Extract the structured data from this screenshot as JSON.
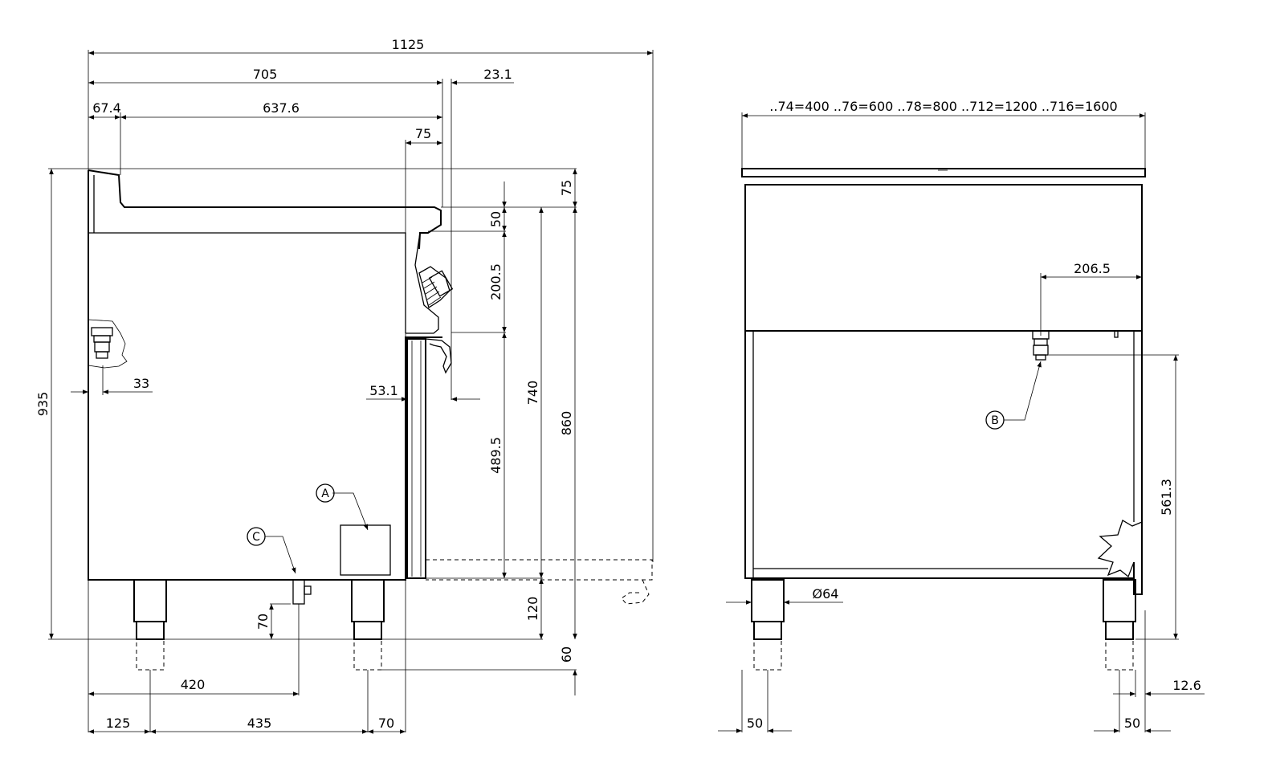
{
  "side_view": {
    "dimensions": {
      "overall_width": "1125",
      "depth_705": "705",
      "offset_23_1": "23.1",
      "offset_67_4": "67.4",
      "top_637_6": "637.6",
      "panel_75": "75",
      "top_75": "75",
      "step_50": "50",
      "control_200_5": "200.5",
      "door_489_5": "489.5",
      "height_740": "740",
      "height_860": "860",
      "height_935": "935",
      "plug_33": "33",
      "handle_53_1": "53.1",
      "base_120": "120",
      "leg_70": "70",
      "leg_adjust_60": "60",
      "pos_420": "420",
      "pos_125": "125",
      "pos_435": "435",
      "pos_70": "70"
    },
    "callouts": {
      "a": "A",
      "c": "C"
    }
  },
  "front_view": {
    "dimensions": {
      "width_variants": "..74=400 ..76=600 ..78=800 ..712=1200 ..716=1600",
      "offset_206_5": "206.5",
      "height_561_3": "561.3",
      "diameter_64": "Ø64",
      "foot_50_left": "50",
      "foot_50_right": "50",
      "offset_12_6": "12.6"
    },
    "callouts": {
      "b": "B"
    }
  }
}
